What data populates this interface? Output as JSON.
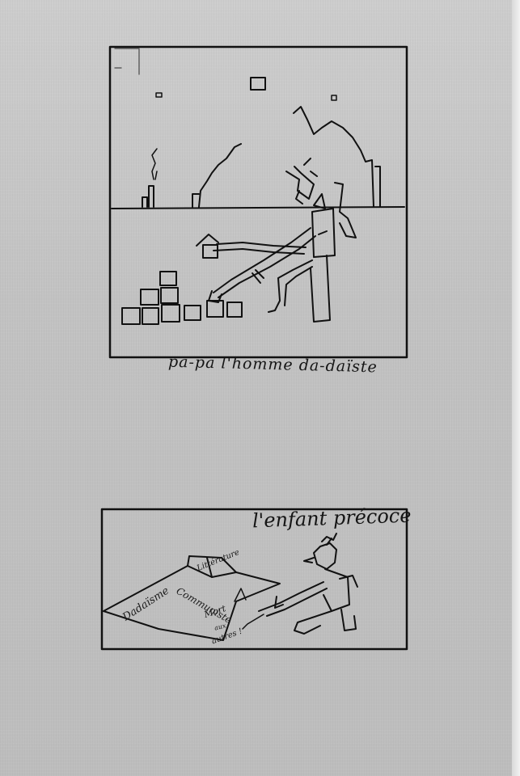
{
  "top_drawing": {
    "caption": "pa-pa l'homme da-daïste"
  },
  "bottom_drawing": {
    "caption": "l'enfant précoce",
    "sheet_notes": [
      "Dadaïsme",
      "Littérature",
      "Communiste",
      "Mort",
      "aux",
      "autres !"
    ]
  }
}
